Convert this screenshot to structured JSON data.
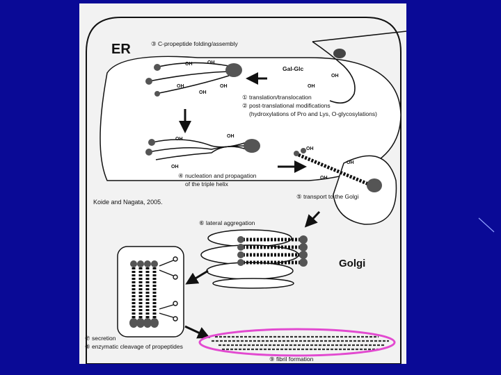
{
  "background_color": "#0a0a96",
  "figure": {
    "er_title": "ER",
    "golgi_title": "Golgi",
    "credit": "Koide and Nagata, 2005.",
    "oh_label": "OH",
    "sugar_label": "Gal-Glc",
    "steps": {
      "step1": "① translation/translocation",
      "step2": "② post-translational modifications",
      "step2b": "(hydroxylations of Pro and Lys, O-glycosylations)",
      "step3": "③ C-propeptide folding/assembly",
      "step4": "④ nucleation and propagation",
      "step4b": "of the triple helix",
      "step5": "⑤ transport to the Golgi",
      "step6": "⑥ lateral aggregation",
      "step7": "⑦ secretion",
      "step8": "⑧ enzymatic cleavage of propeptides",
      "step9": "⑨ fibril formation"
    },
    "highlight_color": "#e24ad0"
  }
}
